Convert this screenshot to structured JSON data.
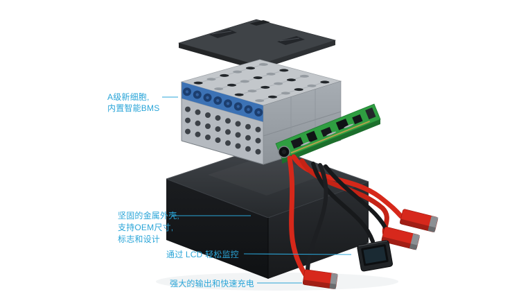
{
  "accent_color": "#2aa5d8",
  "annotations": {
    "cells": {
      "line1": "A级新细胞,",
      "line2": "内置智能BMS"
    },
    "enclosure": {
      "line1": "坚固的金属外壳,",
      "line2": "支持OEM尺寸,",
      "line3": "标志和设计"
    },
    "lcd": {
      "text": "通过 LCD 轻松监控"
    },
    "output": {
      "text": "强大的输出和快速充电"
    }
  }
}
